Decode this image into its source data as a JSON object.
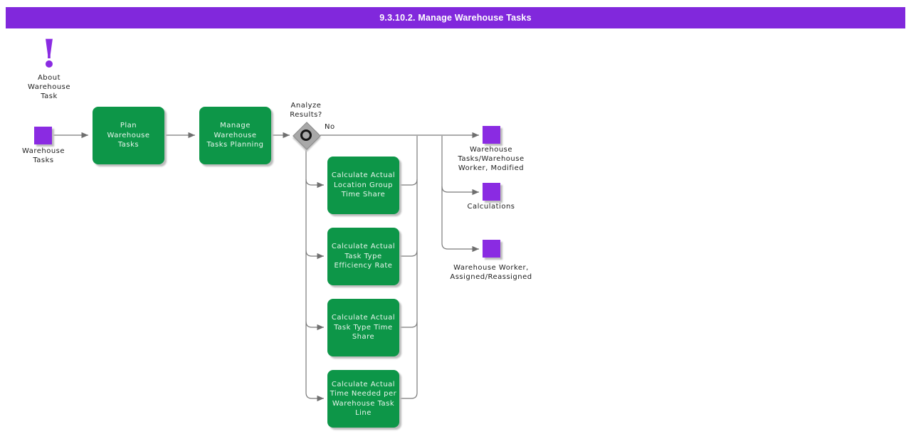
{
  "title_bar": {
    "text": "9.3.10.2. Manage Warehouse Tasks",
    "bg": "#8128DC"
  },
  "colors": {
    "purple": "#8A2BE2",
    "green": "#0D9648",
    "line": "#7a7a7a"
  },
  "about": {
    "icon_glyph": "!",
    "label": "About\nWarehouse\nTask"
  },
  "events": {
    "start": {
      "label": "Warehouse\nTasks"
    },
    "outputs": [
      {
        "label": "Warehouse\nTasks/Warehouse\nWorker, Modified"
      },
      {
        "label": "Calculations"
      },
      {
        "label": "Warehouse Worker,\nAssigned/Reassigned"
      }
    ]
  },
  "tasks": [
    {
      "label": "Plan\nWarehouse\nTasks"
    },
    {
      "label": "Manage\nWarehouse\nTasks Planning"
    },
    {
      "label": "Calculate Actual\nLocation Group\nTime Share"
    },
    {
      "label": "Calculate Actual\nTask Type\nEfficiency Rate"
    },
    {
      "label": "Calculate Actual\nTask Type Time\nShare"
    },
    {
      "label": "Calculate Actual\nTime Needed per\nWarehouse Task\nLine"
    }
  ],
  "gateway": {
    "label": "Analyze\nResults?",
    "branch_no": "No"
  }
}
